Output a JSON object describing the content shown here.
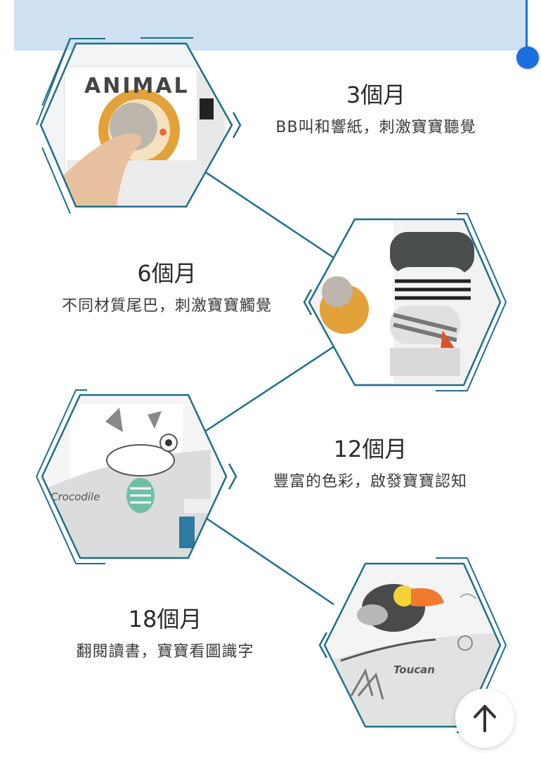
{
  "stages": [
    {
      "title": "3個月",
      "description": "BB叫和響紙，刺激寶寶聽覺",
      "photo_label": "ANIMAL"
    },
    {
      "title": "6個月",
      "description": "不同材質尾巴，刺激寶寶觸覺",
      "photo_label": ""
    },
    {
      "title": "12個月",
      "description": "豐富的色彩，啟發寶寶認知",
      "photo_label": "Crocodile"
    },
    {
      "title": "18個月",
      "description": "翻閱讀書，寶寶看圖識字",
      "photo_label": "Toucan"
    }
  ],
  "colors": {
    "accent": "#1f6f86",
    "banner": "#cfe0f2",
    "scroll": "#1c6fe0"
  },
  "icons": {
    "scroll_top": "arrow-up-icon"
  }
}
